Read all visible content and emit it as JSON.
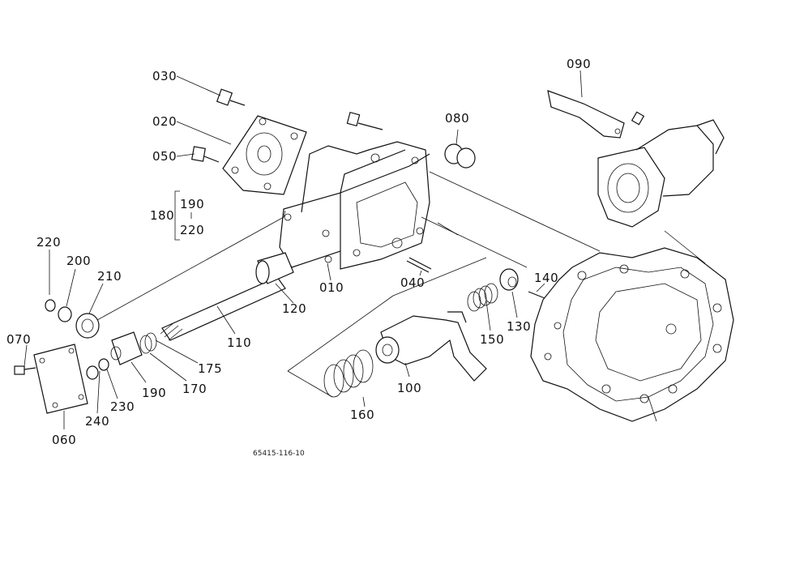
{
  "parts": [
    {
      "id": "p010",
      "label": "010"
    },
    {
      "id": "p020",
      "label": "020"
    },
    {
      "id": "p030",
      "label": "030"
    },
    {
      "id": "p040",
      "label": "040"
    },
    {
      "id": "p050",
      "label": "050"
    },
    {
      "id": "p060",
      "label": "060"
    },
    {
      "id": "p070",
      "label": "070"
    },
    {
      "id": "p080",
      "label": "080"
    },
    {
      "id": "p090",
      "label": "090"
    },
    {
      "id": "p100",
      "label": "100"
    },
    {
      "id": "p110",
      "label": "110"
    },
    {
      "id": "p120",
      "label": "120"
    },
    {
      "id": "p130",
      "label": "130"
    },
    {
      "id": "p140",
      "label": "140"
    },
    {
      "id": "p150",
      "label": "150"
    },
    {
      "id": "p160",
      "label": "160"
    },
    {
      "id": "p170",
      "label": "170"
    },
    {
      "id": "p175",
      "label": "175"
    },
    {
      "id": "p180",
      "label": "180"
    },
    {
      "id": "p190",
      "label": "190"
    },
    {
      "id": "p200",
      "label": "200"
    },
    {
      "id": "p210",
      "label": "210"
    },
    {
      "id": "p220",
      "label": "220"
    },
    {
      "id": "p230",
      "label": "230"
    },
    {
      "id": "p240",
      "label": "240"
    }
  ],
  "assembly_180": {
    "members": [
      "190",
      "220"
    ]
  },
  "drawing_id": "65415-116-10"
}
